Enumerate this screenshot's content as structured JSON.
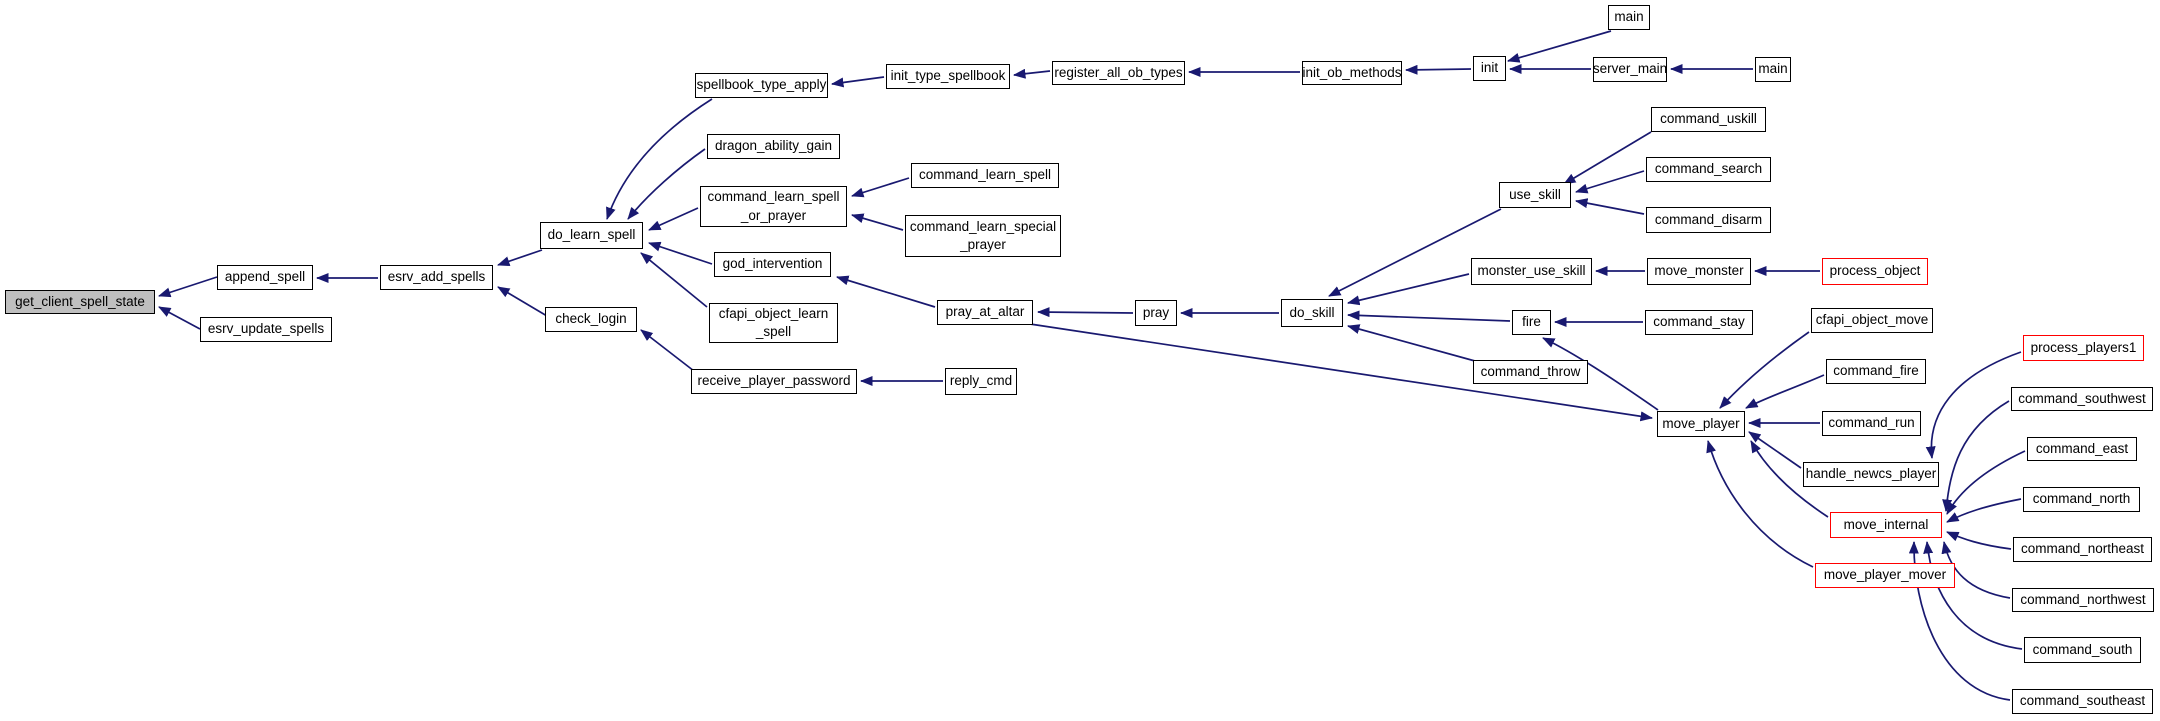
{
  "diagram": {
    "type": "call-graph",
    "root_function": "get_client_spell_state",
    "colors": {
      "background": "#ffffff",
      "edge": "#191970",
      "node_fill": "#ffffff",
      "node_border": "#000000",
      "root_node_fill": "#bfbfbf",
      "truncated_node_border": "#ff0000"
    },
    "nodes": {
      "get_client_spell_state": {
        "label": "get_client_spell_state"
      },
      "append_spell": {
        "label": "append_spell"
      },
      "esrv_update_spells": {
        "label": "esrv_update_spells"
      },
      "esrv_add_spells": {
        "label": "esrv_add_spells"
      },
      "check_login": {
        "label": "check_login"
      },
      "do_learn_spell": {
        "label": "do_learn_spell"
      },
      "spellbook_type_apply": {
        "label": "spellbook_type_apply"
      },
      "dragon_ability_gain": {
        "label": "dragon_ability_gain"
      },
      "command_learn_spell_or_prayer": {
        "label": [
          "command_learn_spell",
          "_or_prayer"
        ]
      },
      "command_learn_spell": {
        "label": "command_learn_spell"
      },
      "command_learn_special_prayer": {
        "label": [
          "command_learn_special",
          "_prayer"
        ]
      },
      "god_intervention": {
        "label": "god_intervention"
      },
      "cfapi_object_learn_spell": {
        "label": [
          "cfapi_object_learn",
          "_spell"
        ]
      },
      "receive_player_password": {
        "label": "receive_player_password"
      },
      "reply_cmd": {
        "label": "reply_cmd"
      },
      "pray_at_altar": {
        "label": "pray_at_altar"
      },
      "pray": {
        "label": "pray"
      },
      "do_skill": {
        "label": "do_skill"
      },
      "use_skill": {
        "label": "use_skill"
      },
      "command_uskill": {
        "label": "command_uskill"
      },
      "command_search": {
        "label": "command_search"
      },
      "command_disarm": {
        "label": "command_disarm"
      },
      "monster_use_skill": {
        "label": "monster_use_skill"
      },
      "move_monster": {
        "label": "move_monster"
      },
      "process_object": {
        "label": "process_object"
      },
      "fire": {
        "label": "fire"
      },
      "command_stay": {
        "label": "command_stay"
      },
      "command_throw": {
        "label": "command_throw"
      },
      "cfapi_object_move": {
        "label": "cfapi_object_move"
      },
      "command_fire": {
        "label": "command_fire"
      },
      "move_player": {
        "label": "move_player"
      },
      "command_run": {
        "label": "command_run"
      },
      "handle_newcs_player": {
        "label": "handle_newcs_player"
      },
      "move_internal": {
        "label": "move_internal"
      },
      "move_player_mover": {
        "label": "move_player_mover"
      },
      "process_players1": {
        "label": "process_players1"
      },
      "command_southwest": {
        "label": "command_southwest"
      },
      "command_east": {
        "label": "command_east"
      },
      "command_north": {
        "label": "command_north"
      },
      "command_northeast": {
        "label": "command_northeast"
      },
      "command_northwest": {
        "label": "command_northwest"
      },
      "command_south": {
        "label": "command_south"
      },
      "command_southeast": {
        "label": "command_southeast"
      },
      "init_ob_methods": {
        "label": "init_ob_methods"
      },
      "init": {
        "label": "init"
      },
      "main_top": {
        "label": "main"
      },
      "server_main": {
        "label": "server_main"
      },
      "main_right": {
        "label": "main"
      }
    },
    "edges": [
      {
        "from": "append_spell",
        "to": "get_client_spell_state"
      },
      {
        "from": "esrv_update_spells",
        "to": "get_client_spell_state"
      },
      {
        "from": "esrv_add_spells",
        "to": "append_spell"
      },
      {
        "from": "do_learn_spell",
        "to": "esrv_add_spells"
      },
      {
        "from": "check_login",
        "to": "esrv_add_spells"
      },
      {
        "from": "receive_player_password",
        "to": "check_login"
      },
      {
        "from": "reply_cmd",
        "to": "receive_player_password"
      },
      {
        "from": "spellbook_type_apply",
        "to": "do_learn_spell"
      },
      {
        "from": "dragon_ability_gain",
        "to": "do_learn_spell"
      },
      {
        "from": "command_learn_spell_or_prayer",
        "to": "do_learn_spell"
      },
      {
        "from": "god_intervention",
        "to": "do_learn_spell"
      },
      {
        "from": "cfapi_object_learn_spell",
        "to": "do_learn_spell"
      },
      {
        "from": "command_learn_spell",
        "to": "command_learn_spell_or_prayer"
      },
      {
        "from": "command_learn_special_prayer",
        "to": "command_learn_spell_or_prayer"
      },
      {
        "from": "pray_at_altar",
        "to": "god_intervention"
      },
      {
        "from": "pray",
        "to": "pray_at_altar"
      },
      {
        "from": "do_skill",
        "to": "pray"
      },
      {
        "from": "pray_at_altar",
        "to": "move_player"
      },
      {
        "from": "use_skill",
        "to": "do_skill"
      },
      {
        "from": "monster_use_skill",
        "to": "do_skill"
      },
      {
        "from": "fire",
        "to": "do_skill"
      },
      {
        "from": "command_throw",
        "to": "do_skill"
      },
      {
        "from": "command_uskill",
        "to": "use_skill"
      },
      {
        "from": "command_search",
        "to": "use_skill"
      },
      {
        "from": "command_disarm",
        "to": "use_skill"
      },
      {
        "from": "move_monster",
        "to": "monster_use_skill"
      },
      {
        "from": "process_object",
        "to": "move_monster"
      },
      {
        "from": "command_stay",
        "to": "fire"
      },
      {
        "from": "move_player",
        "to": "fire"
      },
      {
        "from": "command_run",
        "to": "move_player"
      },
      {
        "from": "handle_newcs_player",
        "to": "move_player"
      },
      {
        "from": "move_internal",
        "to": "move_player"
      },
      {
        "from": "move_player_mover",
        "to": "move_player"
      },
      {
        "from": "cfapi_object_move",
        "to": "move_player"
      },
      {
        "from": "command_fire",
        "to": "move_player"
      },
      {
        "from": "process_players1",
        "to": "handle_newcs_player"
      },
      {
        "from": "command_southwest",
        "to": "move_internal"
      },
      {
        "from": "command_east",
        "to": "move_internal"
      },
      {
        "from": "command_north",
        "to": "move_internal"
      },
      {
        "from": "command_northeast",
        "to": "move_internal"
      },
      {
        "from": "command_northwest",
        "to": "move_internal"
      },
      {
        "from": "command_south",
        "to": "move_internal"
      },
      {
        "from": "command_southeast",
        "to": "move_internal"
      },
      {
        "from": "init_type_spellbook",
        "to": "spellbook_type_apply"
      },
      {
        "from": "register_all_ob_types",
        "to": "init_type_spellbook"
      },
      {
        "from": "init_ob_methods",
        "to": "register_all_ob_types"
      },
      {
        "from": "init",
        "to": "init_ob_methods"
      },
      {
        "from": "main_top",
        "to": "init"
      },
      {
        "from": "server_main",
        "to": "init"
      },
      {
        "from": "main_right",
        "to": "server_main"
      }
    ],
    "extra_nodes": {
      "init_type_spellbook": {
        "label": "init_type_spellbook"
      },
      "register_all_ob_types": {
        "label": "register_all_ob_types"
      }
    }
  }
}
